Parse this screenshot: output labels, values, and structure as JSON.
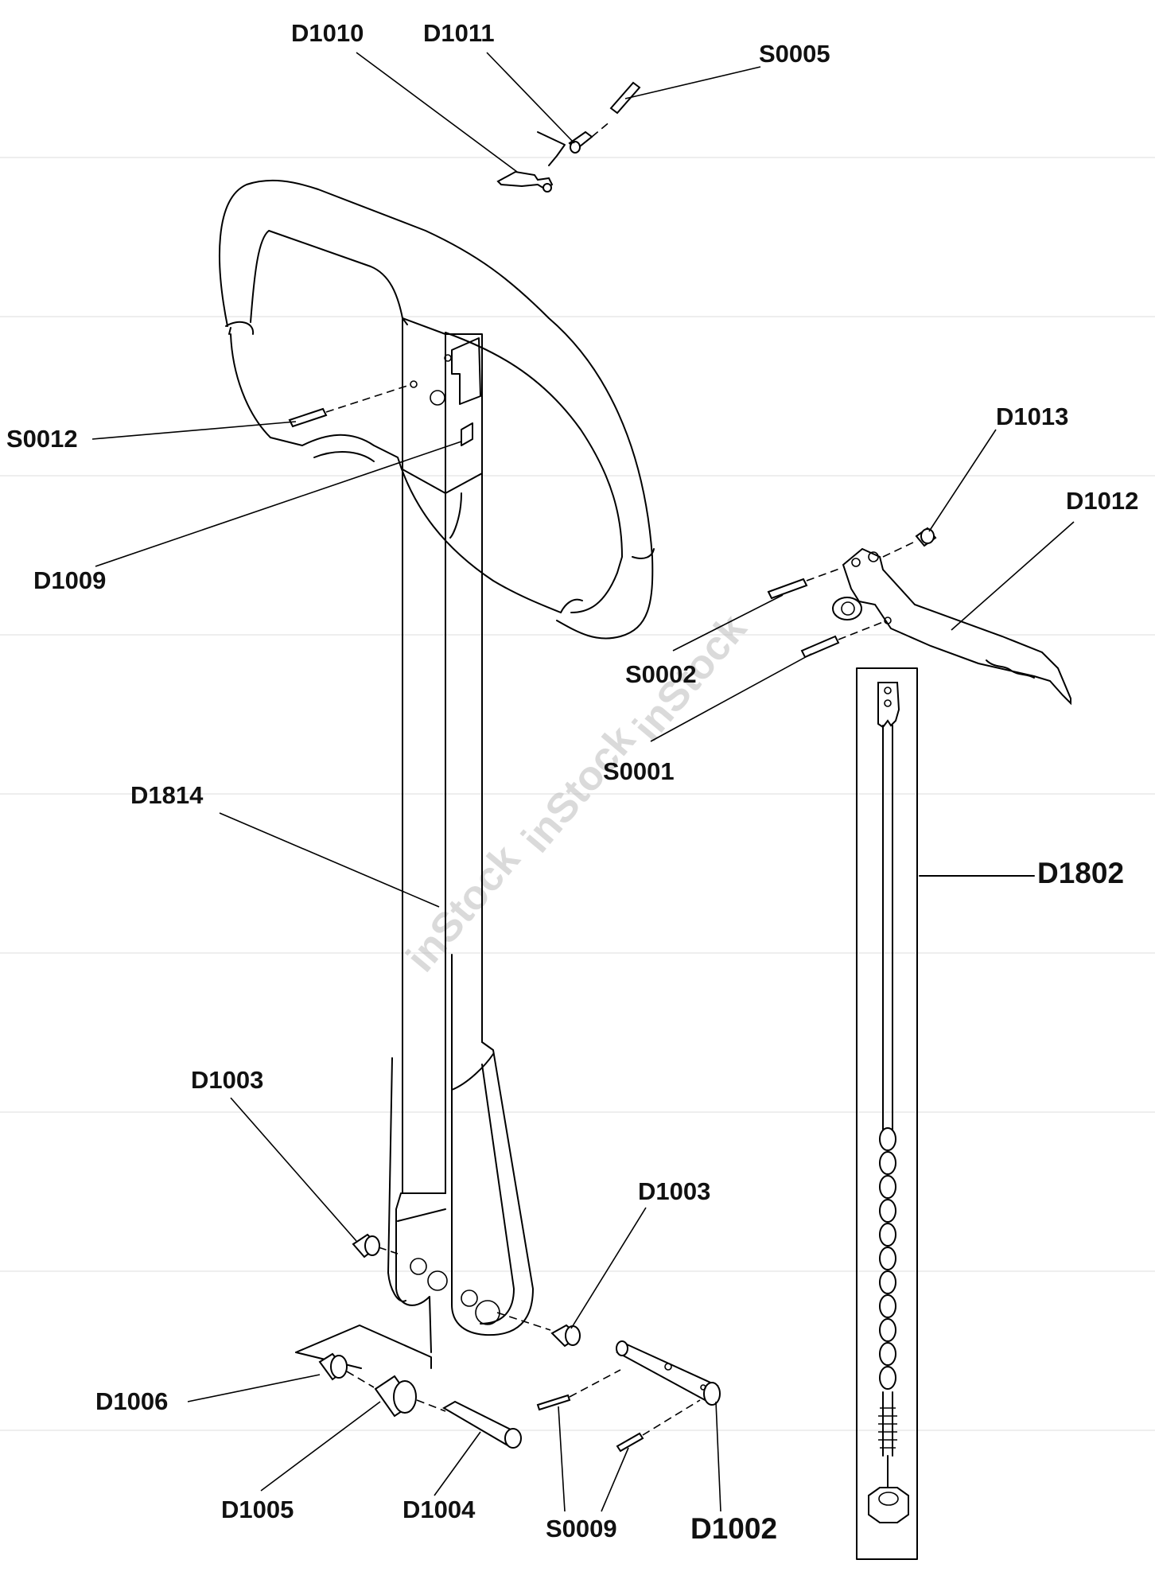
{
  "labels": {
    "d1010": "D1010",
    "d1011": "D1011",
    "s0005": "S0005",
    "s0012": "S0012",
    "d1009": "D1009",
    "d1013": "D1013",
    "d1012": "D1012",
    "s0002": "S0002",
    "s0001": "S0001",
    "d1814": "D1814",
    "d1802": "D1802",
    "d1003_left": "D1003",
    "d1003_right": "D1003",
    "d1006": "D1006",
    "d1005": "D1005",
    "d1004": "D1004",
    "s0009": "S0009",
    "d1002": "D1002"
  },
  "watermark": "inStock"
}
